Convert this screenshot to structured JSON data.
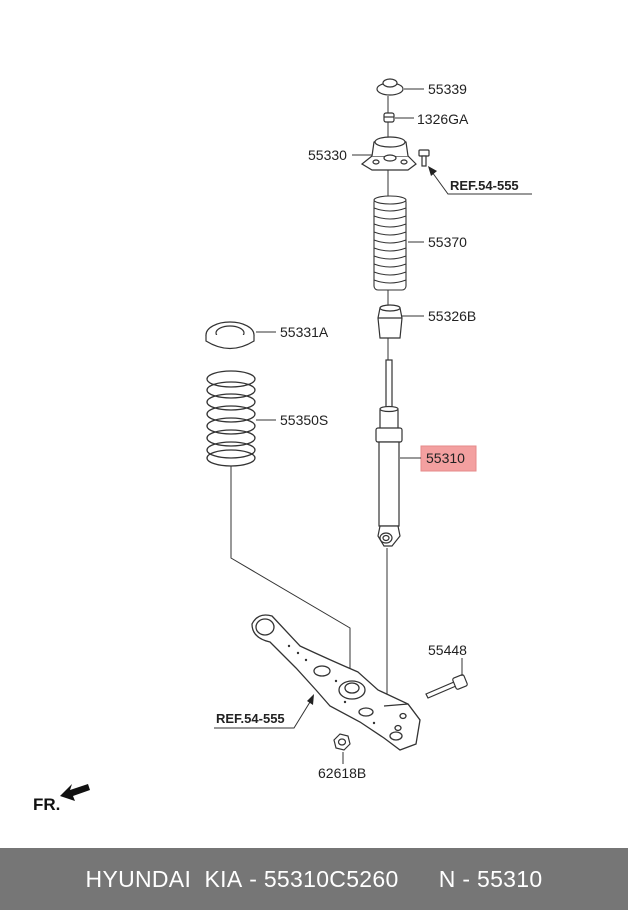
{
  "parts": {
    "p55339": "55339",
    "p1326ga": "1326GA",
    "p55330": "55330",
    "p55370": "55370",
    "p55326b": "55326B",
    "p55331a": "55331A",
    "p55350s": "55350S",
    "p55310": "55310",
    "p55448": "55448",
    "p62618b": "62618B"
  },
  "refs": {
    "ref_top": "REF.54-555",
    "ref_bottom": "REF.54-555"
  },
  "direction_label": "FR.",
  "highlight_color": "#f3a0a0",
  "footer": {
    "brand": "HYUNDAI  KIA",
    "part_number": "55310C5260",
    "ref_number": "N - 55310"
  }
}
